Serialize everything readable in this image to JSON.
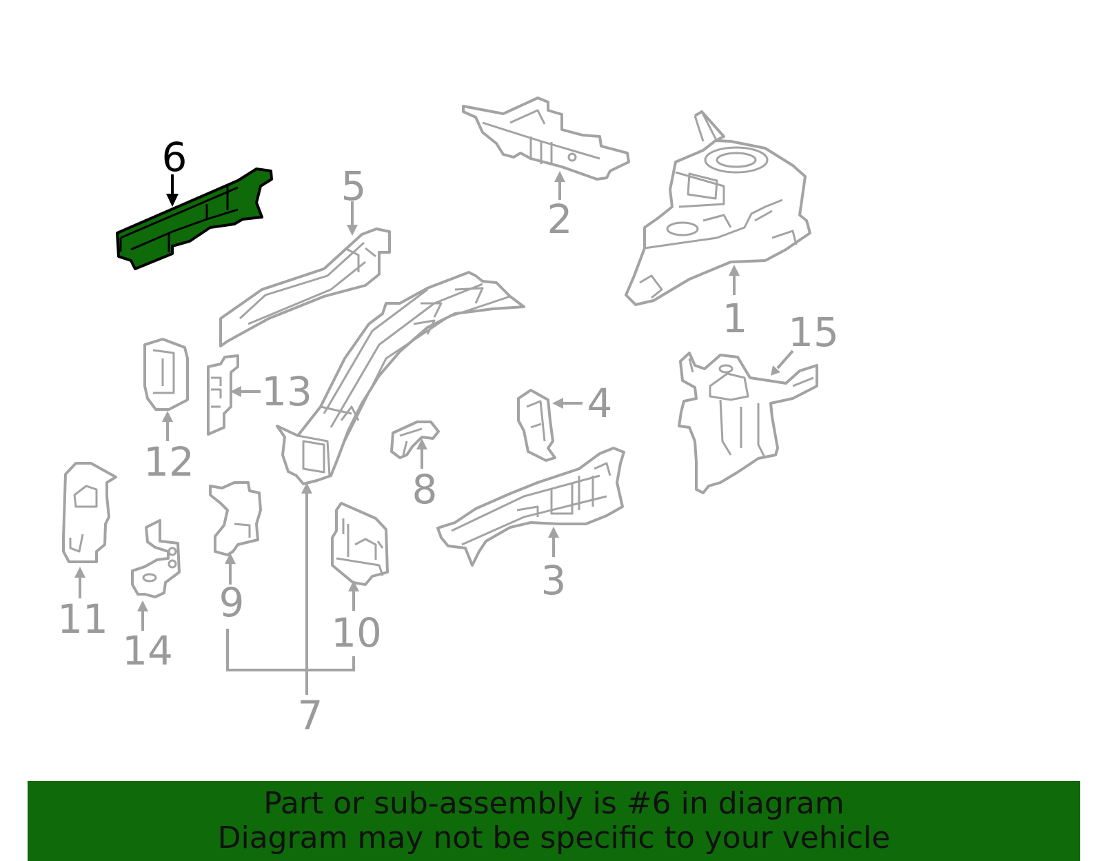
{
  "diagram": {
    "highlighted_part": "6",
    "callouts": [
      "1",
      "2",
      "3",
      "4",
      "5",
      "6",
      "7",
      "8",
      "9",
      "10",
      "11",
      "12",
      "13",
      "14",
      "15"
    ],
    "colors": {
      "highlight": "#0f6a0a",
      "outline": "#a3a3a3",
      "label": "#9a9a9a"
    }
  },
  "banner": {
    "line1": "Part or sub-assembly is #6 in diagram",
    "line2": "Diagram may not be specific to your vehicle"
  }
}
